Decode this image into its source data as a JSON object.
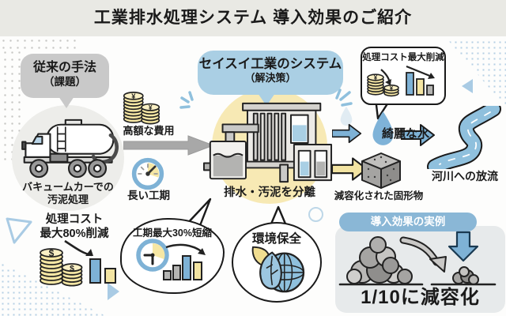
{
  "title": "工業排水処理システム 導入効果のご紹介",
  "legacy": {
    "bubble_line1": "従来の手法",
    "bubble_line2": "（課題）",
    "truck_caption_line1": "バキュームカーでの",
    "truck_caption_line2": "汚泥処理",
    "cost_label": "高額な費用",
    "period_label": "長い工期"
  },
  "solution": {
    "bubble_line1": "セイスイ工業のシステム",
    "bubble_line2": "（解決策）",
    "caption": "排水・汚泥を分離"
  },
  "outputs": {
    "cost_bubble_label": "処理コスト最大削減",
    "clean_water_label": "綺麗な水",
    "river_label": "河川への放流",
    "solids_label": "減容化された固形物"
  },
  "benefits": {
    "cost_line1": "処理コスト",
    "cost_line2": "最大80%削減",
    "period_label": "工期最大30%短縮",
    "environment_label": "環境保全"
  },
  "example_panel": {
    "header": "導入効果の実例",
    "caption": "1/10に減容化"
  },
  "icons": {
    "yen_symbol": "¥",
    "dollar_symbol": "$",
    "names": [
      "yen-coin-stack-icon",
      "dollar-coin-stack-icon",
      "gauge-icon",
      "clock-icon",
      "declining-bar-chart-icon",
      "rising-bar-chart-icon",
      "vacuum-truck-icon",
      "treatment-plant-icon",
      "water-droplet-icon",
      "river-icon",
      "solid-waste-cube-icon",
      "eco-globe-leaf-icon",
      "sludge-pile-icon",
      "down-arrow-icon",
      "right-arrow-icon"
    ]
  },
  "colors": {
    "header_bg": "#e9e9e4",
    "bubble_gray": "#c9c9c9",
    "bubble_blue": "#aacfe4",
    "circle_yellow": "#f7e9b4",
    "circle_gray": "#ededea",
    "accent_blue": "#7eb2d6",
    "accent_yellow": "#f3e4a2",
    "coin_yellow": "#f6e7a4",
    "arrow_gray": "#a8a8a8",
    "panel_bg": "#e7eaeb",
    "pill_blue": "#8ab7d6",
    "ink": "#1a1a1a"
  }
}
